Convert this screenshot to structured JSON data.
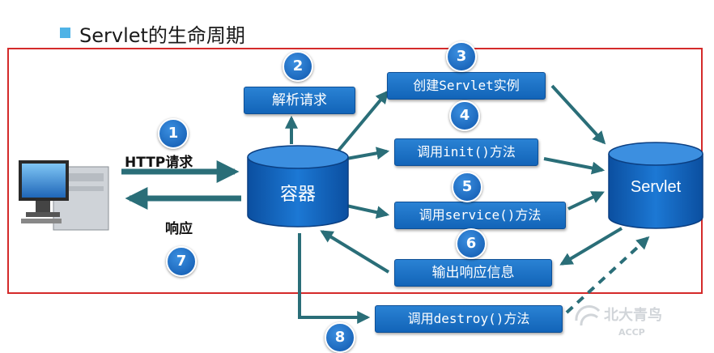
{
  "title": "Servlet的生命周期",
  "http_request_label": "HTTP请求",
  "response_label": "响应",
  "container_label": "容器",
  "servlet_label": "Servlet",
  "steps": [
    {
      "num": "1"
    },
    {
      "num": "2",
      "label": "解析请求"
    },
    {
      "num": "3",
      "label": "创建Servlet实例"
    },
    {
      "num": "4",
      "label": "调用init()方法"
    },
    {
      "num": "5",
      "label": "调用service()方法"
    },
    {
      "num": "6",
      "label": "输出响应信息"
    },
    {
      "num": "7"
    },
    {
      "num": "8",
      "label": "调用destroy()方法"
    }
  ],
  "watermark": "北大青鸟 ACCP",
  "colors": {
    "box": "#1a6fc4",
    "frame": "#d42a2a",
    "arrow": "#2a6e78",
    "bullet": "#4fb3e6"
  }
}
